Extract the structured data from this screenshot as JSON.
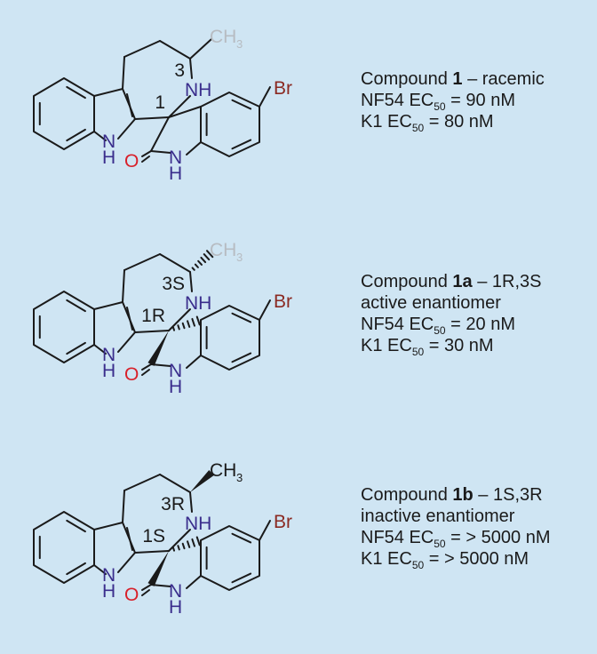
{
  "compounds": [
    {
      "name_prefix": "Compound ",
      "number": "1",
      "descriptor": " – racemic",
      "activity_note": "",
      "nf54_prefix": "NF54 EC",
      "nf54_value": "= 90 nM",
      "k1_prefix": "K1 EC",
      "k1_value": "= 80 nM",
      "stereo_c1": "1",
      "stereo_c3": "3",
      "spiro_bonds": "plain",
      "methyl_bond": "plain",
      "methyl_color": "#b7bcc2"
    },
    {
      "name_prefix": "Compound ",
      "number": "1a",
      "descriptor": " – 1R,3S",
      "activity_note": "active enantiomer",
      "nf54_prefix": "NF54 EC",
      "nf54_value": "= 20 nM",
      "k1_prefix": "K1 EC",
      "k1_value": "= 30 nM",
      "stereo_c1": "1R",
      "stereo_c3": "3S",
      "spiro_bonds": "stereo",
      "methyl_bond": "hash",
      "methyl_color": "#b7bcc2"
    },
    {
      "name_prefix": "Compound ",
      "number": "1b",
      "descriptor": " – 1S,3R",
      "activity_note": "inactive enantiomer",
      "nf54_prefix": "NF54 EC",
      "nf54_value": "= > 5000 nM",
      "k1_prefix": "K1 EC",
      "k1_value": "= > 5000 nM",
      "stereo_c1": "1S",
      "stereo_c3": "3R",
      "spiro_bonds": "stereo",
      "methyl_bond": "wedge",
      "methyl_color": "#4a4f55"
    }
  ],
  "ec_subscript": "50",
  "atoms": {
    "nh": "NH",
    "indole_n": "N",
    "indole_h": "H",
    "oxindole_n": "N",
    "oxindole_h": "H",
    "oxygen": "O",
    "bromine": "Br",
    "methyl": "CH",
    "methyl_sub": "3"
  }
}
